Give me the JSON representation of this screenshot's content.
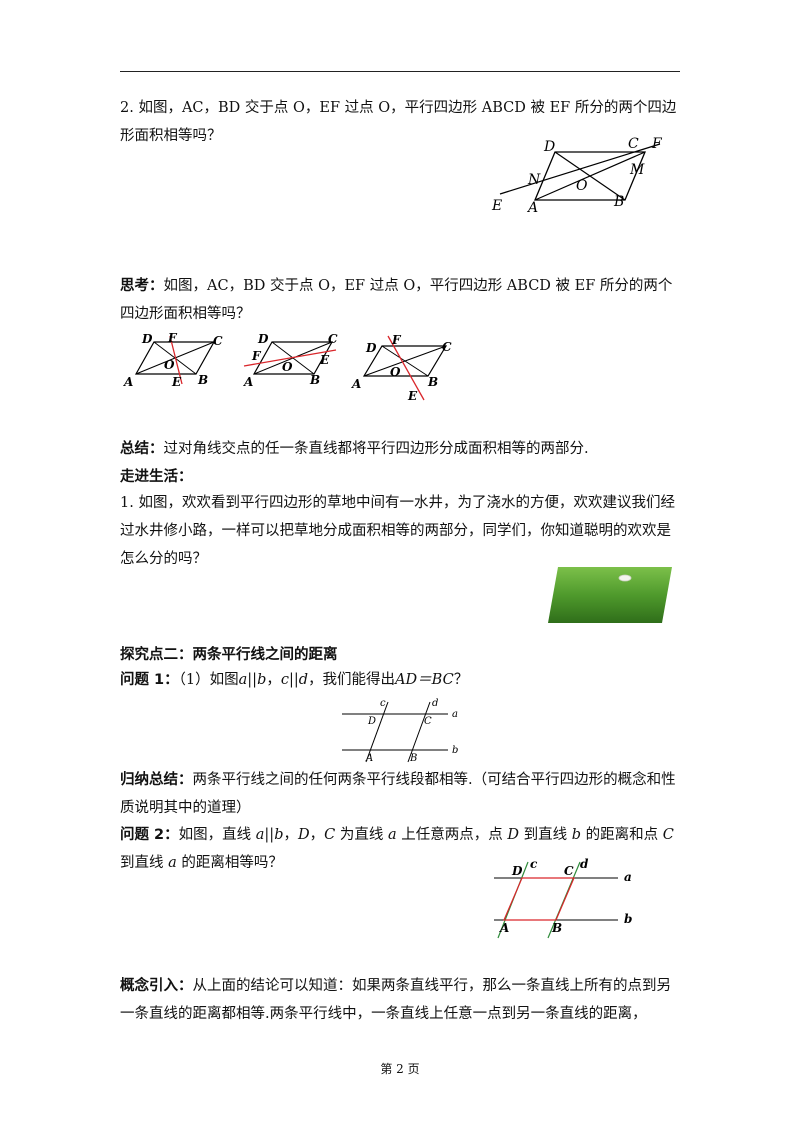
{
  "q2": {
    "text": "2. 如图，AC，BD 交于点 O，EF 过点 O，平行四边形 ABCD 被 EF 所分的两个四边形面积相等吗？",
    "labels": [
      "D",
      "C",
      "F",
      "M",
      "N",
      "O",
      "E",
      "A",
      "B"
    ]
  },
  "think": {
    "label": "思考：",
    "text": "如图，AC，BD 交于点 O，EF 过点 O，平行四边形 ABCD 被 EF 所分的两个四边形面积相等吗？",
    "fig1": [
      "D",
      "F",
      "C",
      "O",
      "A",
      "E",
      "B"
    ],
    "fig2": [
      "D",
      "C",
      "F",
      "O",
      "E",
      "A",
      "B"
    ],
    "fig3": [
      "D",
      "F",
      "C",
      "O",
      "A",
      "B",
      "E"
    ]
  },
  "summary": {
    "label": "总结：",
    "text": "过对角线交点的任一条直线都将平行四边形分成面积相等的两部分."
  },
  "life": {
    "label": "走进生活：",
    "text": "1. 如图，欢欢看到平行四边形的草地中间有一水井，为了浇水的方便，欢欢建议我们经过水井修小路，一样可以把草地分成面积相等的两部分，同学们，你知道聪明的欢欢是怎么分的吗？"
  },
  "section2": {
    "title": "探究点二：两条平行线之间的距离"
  },
  "question1": {
    "label": "问题 1：",
    "prefix": "（1）如图",
    "a": "a",
    "par1": "||",
    "b": "b",
    "sep": "，",
    "c": "c",
    "par2": "||",
    "d": "d",
    "mid": "，我们能得出",
    "eq": "AD＝BC",
    "end": "？",
    "labels": [
      "c",
      "d",
      "a",
      "D",
      "C",
      "b",
      "A",
      "B"
    ]
  },
  "induct": {
    "label": "归纳总结：",
    "text": "两条平行线之间的任何两条平行线段都相等.（可结合平行四边形的概念和性质说明其中的道理）"
  },
  "question2": {
    "label": "问题 2：",
    "t1": "如图，直线 ",
    "a1": "a",
    "par": "||",
    "b1": "b",
    "sep1": "，",
    "D1": "D",
    "sep2": "，",
    "C1": "C",
    "t2": " 为直线 ",
    "a2": "a",
    "t3": " 上任意两点，点 ",
    "D2": "D",
    "t4": " 到直线 ",
    "b2": "b",
    "t5": " 的距离和点 ",
    "C2": "C",
    "t6": " 到直线 ",
    "a3": "a",
    "t7": " 的距离相等吗？",
    "labels": [
      "D",
      "c",
      "C",
      "d",
      "a",
      "b",
      "A",
      "B"
    ]
  },
  "concept": {
    "label": "概念引入：",
    "text": "从上面的结论可以知道：如果两条直线平行，那么一条直线上所有的点到另一条直线的距离都相等.两条平行线中，一条直线上任意一点到另一条直线的距离，"
  },
  "footer": {
    "page": "第 2 页"
  },
  "colors": {
    "red": "#d9262b",
    "green": "#2e8b3a"
  }
}
